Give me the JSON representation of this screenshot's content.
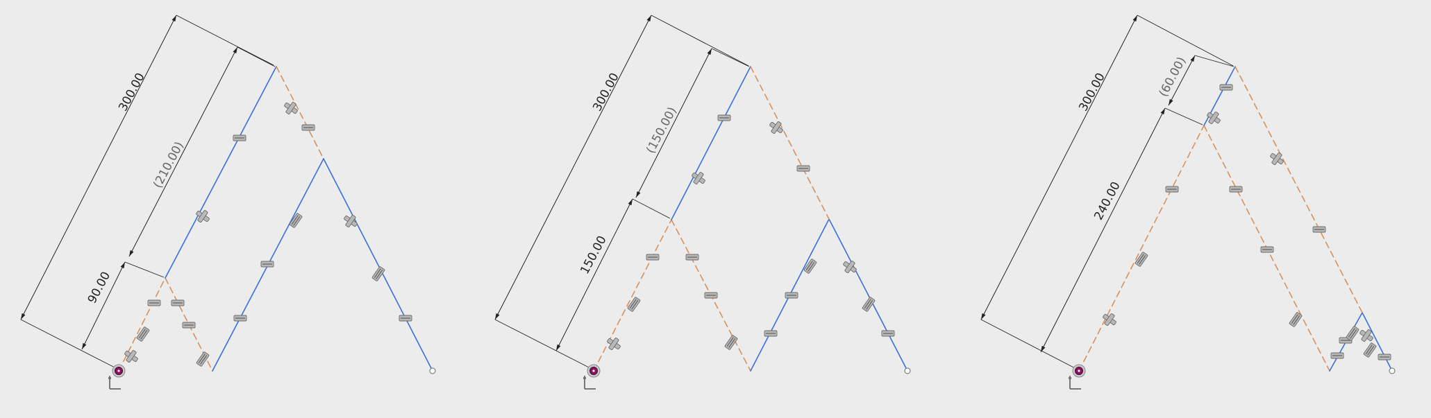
{
  "colors": {
    "background": "#ececec",
    "solid_line": "#3a6fd8",
    "dashed_line": "#d9905a",
    "dimension_line": "#222222",
    "glyph_fill": "#b8b8b8",
    "glyph_stroke": "#6a6a6a",
    "origin_point": "#8a1060"
  },
  "sketches": [
    {
      "id": "sketch-1",
      "dims": [
        {
          "label": "300.00",
          "reference": false
        },
        {
          "label": "(210.00)",
          "reference": true
        },
        {
          "label": "90.00",
          "reference": false
        }
      ]
    },
    {
      "id": "sketch-2",
      "dims": [
        {
          "label": "300.00",
          "reference": false
        },
        {
          "label": "(150.00)",
          "reference": true
        },
        {
          "label": "150.00",
          "reference": false
        }
      ]
    },
    {
      "id": "sketch-3",
      "dims": [
        {
          "label": "300.00",
          "reference": false
        },
        {
          "label": "(60.00)",
          "reference": true
        },
        {
          "label": "240.00",
          "reference": false
        }
      ]
    }
  ],
  "icons": {
    "constraint_equal": "equal-constraint-icon",
    "constraint_parallel": "parallel-constraint-icon",
    "constraint_collinear": "collinear-constraint-icon",
    "origin": "origin-point-icon",
    "axis": "axis-triad-icon",
    "endpoint": "endpoint-icon"
  }
}
